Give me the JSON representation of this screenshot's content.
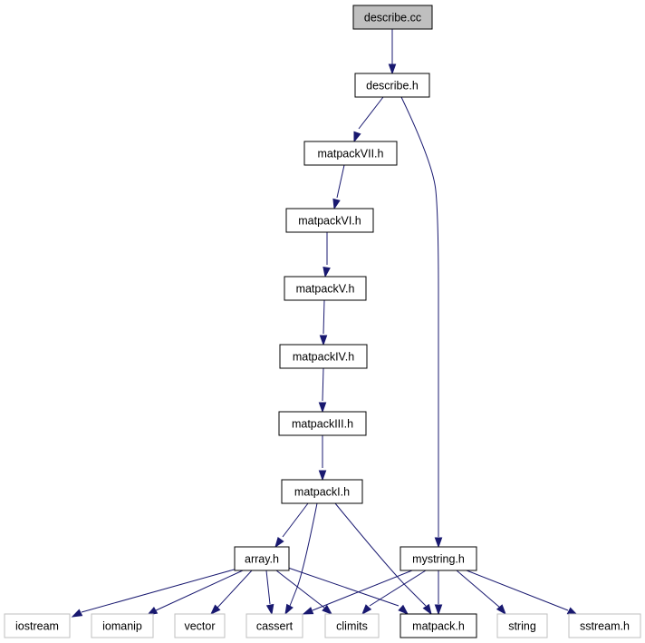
{
  "colors": {
    "edge": "#191970",
    "root_fill": "#bfbfbf",
    "node_border": "#000000",
    "external_border": "#bfbfbf"
  },
  "nodes": {
    "describe_cc": "describe.cc",
    "describe_h": "describe.h",
    "matpackVII_h": "matpackVII.h",
    "matpackVI_h": "matpackVI.h",
    "matpackV_h": "matpackV.h",
    "matpackIV_h": "matpackIV.h",
    "matpackIII_h": "matpackIII.h",
    "matpackI_h": "matpackI.h",
    "array_h": "array.h",
    "mystring_h": "mystring.h",
    "iostream": "iostream",
    "iomanip": "iomanip",
    "vector": "vector",
    "cassert": "cassert",
    "climits": "climits",
    "matpack_h": "matpack.h",
    "string": "string",
    "sstream_h": "sstream.h"
  }
}
